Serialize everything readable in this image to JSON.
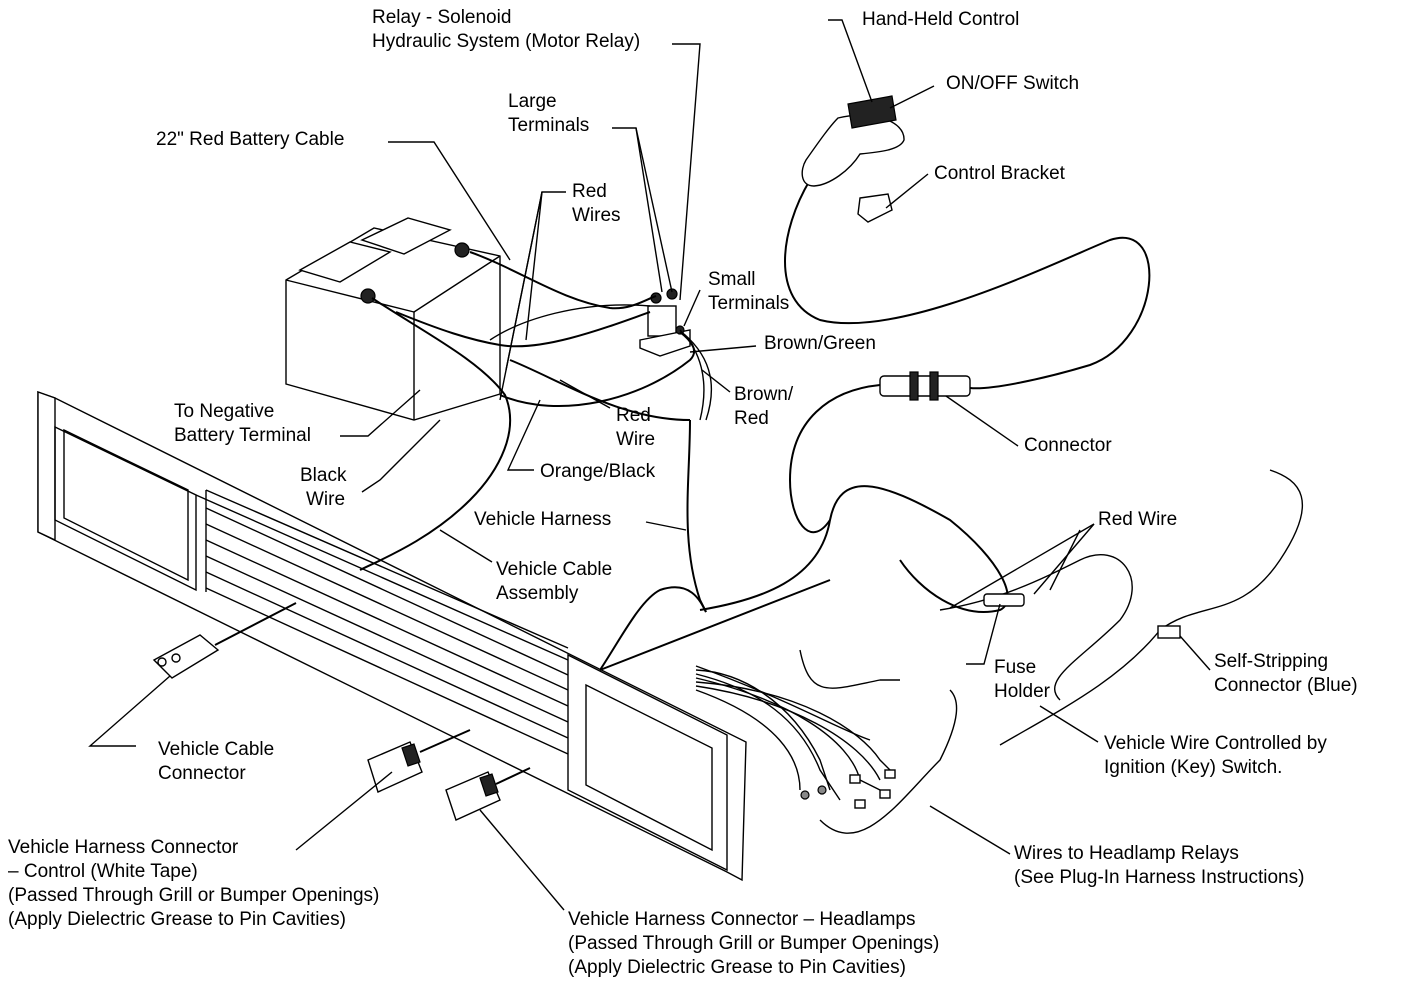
{
  "labels": {
    "relay_solenoid": "Relay - Solenoid",
    "hydraulic_system": "Hydraulic System (Motor Relay)",
    "hand_held_control": "Hand-Held Control",
    "on_off_switch": "ON/OFF Switch",
    "control_bracket": "Control Bracket",
    "large_terminals_1": "Large",
    "large_terminals_2": "Terminals",
    "red_battery_cable": "22\" Red Battery Cable",
    "red_wires_1": "Red",
    "red_wires_2": "Wires",
    "small_terminals_1": "Small",
    "small_terminals_2": "Terminals",
    "brown_green": "Brown/Green",
    "brown_red_1": "Brown/",
    "brown_red_2": "Red",
    "connector": "Connector",
    "to_negative_1": "To Negative",
    "to_negative_2": "Battery Terminal",
    "red_wire_mid_1": "Red",
    "red_wire_mid_2": "Wire",
    "black_wire_1": "Black",
    "black_wire_2": "Wire",
    "orange_black": "Orange/Black",
    "vehicle_harness": "Vehicle Harness",
    "red_wire_right": "Red Wire",
    "vehicle_cable_assembly_1": "Vehicle Cable",
    "vehicle_cable_assembly_2": "Assembly",
    "fuse_holder_1": "Fuse",
    "fuse_holder_2": "Holder",
    "self_stripping_1": "Self-Stripping",
    "self_stripping_2": "Connector (Blue)",
    "vehicle_cable_connector_1": "Vehicle Cable",
    "vehicle_cable_connector_2": "Connector",
    "vehicle_wire_key_1": "Vehicle Wire Controlled by",
    "vehicle_wire_key_2": "Ignition (Key) Switch.",
    "harness_control_1": "Vehicle Harness Connector",
    "harness_control_2": "– Control (White Tape)",
    "harness_control_3": "(Passed Through Grill or Bumper Openings)",
    "harness_control_4": "(Apply Dielectric Grease to Pin Cavities)",
    "headlamp_relays_1": "Wires to Headlamp Relays",
    "headlamp_relays_2": "(See Plug-In Harness Instructions)",
    "harness_headlamps_1": "Vehicle Harness Connector – Headlamps",
    "harness_headlamps_2": "(Passed Through Grill or Bumper Openings)",
    "harness_headlamps_3": "(Apply Dielectric Grease to Pin Cavities)"
  }
}
